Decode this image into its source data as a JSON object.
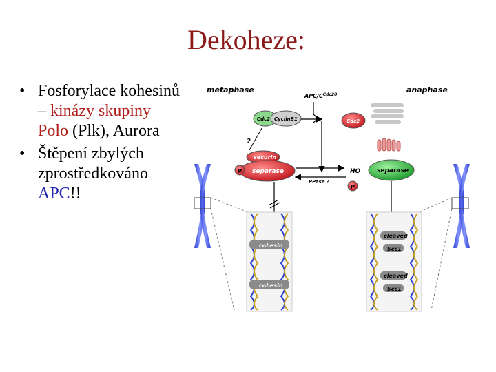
{
  "title": "Dekoheze:",
  "bullets": [
    {
      "parts": [
        {
          "text": "Fosforylace kohesinů – ",
          "color": "#000000"
        },
        {
          "text": "kinázy skupiny Polo",
          "color": "#b0201c"
        },
        {
          "text": " (Plk), Aurora",
          "color": "#000000"
        }
      ]
    },
    {
      "parts": [
        {
          "text": "Štěpení zbylých zprostředkováno ",
          "color": "#000000"
        },
        {
          "text": "APC",
          "color": "#2424b0"
        },
        {
          "text": "!!",
          "color": "#000000"
        }
      ]
    }
  ],
  "diagram": {
    "metaphase": "metaphase",
    "anaphase": "anaphase",
    "apc": "APC/C",
    "apc_sup": "Cdc20",
    "cdc2": "Cdc2",
    "cyclin": "CyclinB1",
    "cdc2_right": "Cdc2",
    "question": "?",
    "securin": "securin",
    "separase_left": "separase",
    "separase_right": "separase",
    "p": "P",
    "ho": "HO",
    "ppase": "PPase ?",
    "cohesin1": "cohesin",
    "cohesin2": "cohesin",
    "cleaved1": "cleaved",
    "scc1a": "Scc1",
    "cleaved2": "cleaved",
    "scc1b": "Scc1"
  }
}
